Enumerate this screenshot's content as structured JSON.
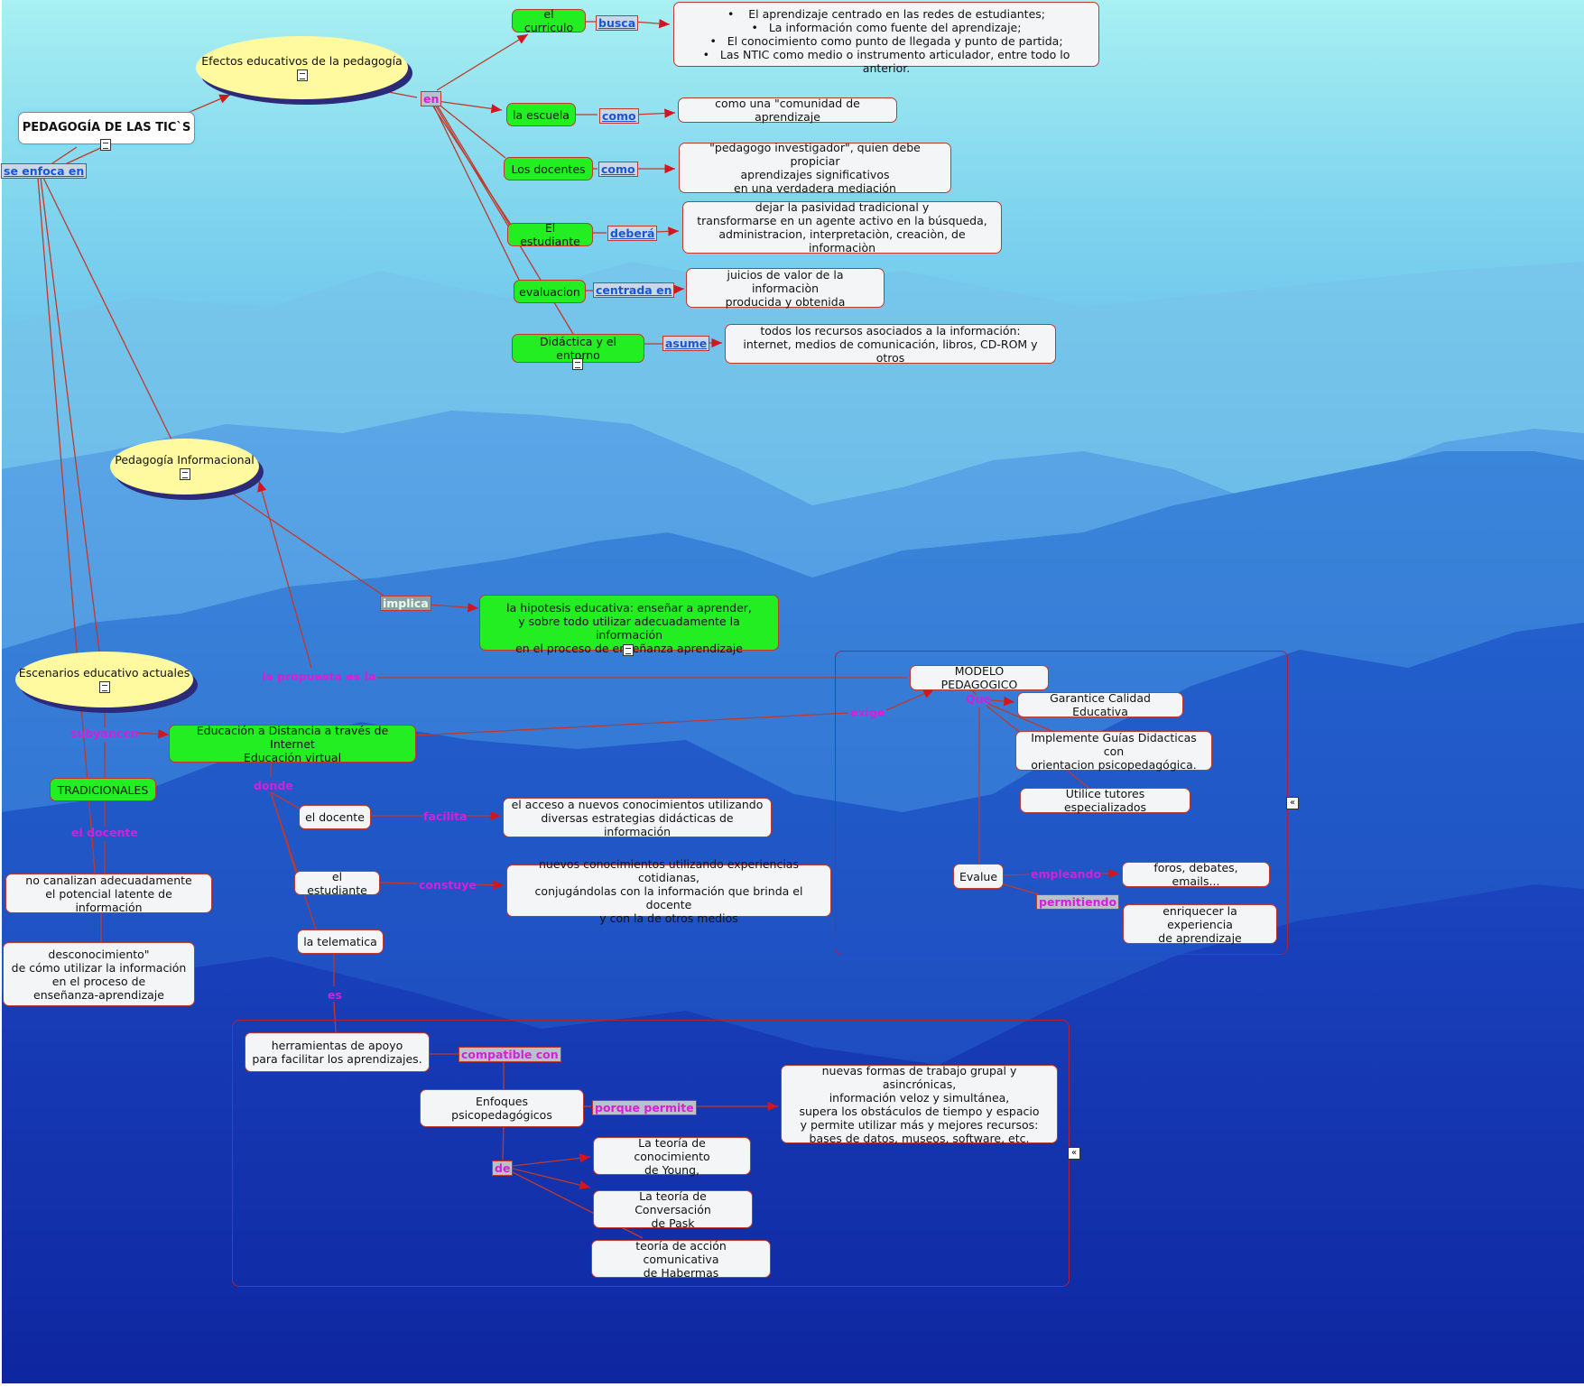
{
  "root": {
    "title": "PEDAGOGÍA DE LAS TIC`S"
  },
  "ellipses": {
    "efectos": "Efectos educativos de la pedagogía",
    "informacional": "Pedagogía Informacional",
    "escenarios": "Escenarios educativo actuales"
  },
  "green_nodes": {
    "curriculo": "el curriculo",
    "escuela": "la escuela",
    "docentes": "Los docentes",
    "estudiante": "El estudiante",
    "evaluacion": "evaluacion",
    "didactica": "Didáctica y el entorno",
    "hipotesis": "la hipotesis educativa: enseñar a aprender,\ny sobre todo utilizar adecuadamente la información\nen el proceso de enseñanza aprendizaje",
    "educacion_distancia": "Educación a Distancia a través de Internet\nEducación virtual",
    "tradicionales": "TRADICIONALES"
  },
  "white_nodes": {
    "curriculo_busca": [
      "El aprendizaje centrado en las redes de estudiantes;",
      "La información como fuente del aprendizaje;",
      "El conocimiento como punto de llegada y punto de partida;",
      "Las NTIC como medio o instrumento articulador, entre todo lo anterior."
    ],
    "comunidad": "como una \"comunidad de aprendizaje",
    "pedagogo": "\"pedagogo investigador\", quien debe propiciar\naprendizajes significativos\nen una verdadera mediación",
    "pasividad": "dejar la pasividad tradicional y\ntransformarse en un agente activo en la búsqueda,\nadministracion, interpretaciòn, creaciòn, de informaciòn",
    "juicios": "juicios de valor de la informaciòn\nproducida y obtenida",
    "recursos": "todos los recursos asociados a la información:\ninternet, medios de comunicación, libros, CD-ROM y otros",
    "modelo": "MODELO PEDAGOGICO",
    "garantice": "Garantice Calidad Educativa",
    "implemente": "Implemente Guías Didacticas con\norientacion psicopedagógica.",
    "utilice": "Utilice tutores especializados",
    "evalue": "Evalue",
    "foros": "foros, debates, emails...",
    "enriquecer": "enriquecer la experiencia\nde aprendizaje",
    "el_docente": "el docente",
    "acceso": "el acceso a nuevos conocimientos utilizando\ndiversas estrategias didácticas de información",
    "el_estudiante": "el estudiante",
    "nuevos": "nuevos conocimientos utilizando experiencias cotidianas,\nconjugándolas con la información que brinda el docente\ny con la de otros medios",
    "telematica": "la telematica",
    "no_canalizan": "no canalizan adecuadamente\nel potencial latente de información",
    "desconocimiento": "desconocimiento\"\nde cómo utilizar la información\nen el proceso de\nenseñanza-aprendizaje",
    "herramientas": "herramientas de apoyo\npara facilitar los aprendizajes.",
    "enfoques": "Enfoques psicopedagógicos",
    "nuevas_formas": "nuevas formas de trabajo grupal y asincrónicas,\ninformación veloz y simultánea,\nsupera los obstáculos de tiempo y espacio\ny permite utilizar más y mejores recursos:\nbases de datos, museos, software,  etc.",
    "young": "La teoría de conocimiento\nde Young,",
    "pask": "La teoría de Conversación\nde Pask",
    "habermas": "teoría de acción comunicativa\nde Habermas"
  },
  "link_labels": {
    "se_enfoca_en": "se enfoca en",
    "en": "en",
    "busca": "busca",
    "como1": "como",
    "como2": "como",
    "debera": "deberá",
    "centrada_en": "centrada en",
    "asume": "asume",
    "implica": "implica",
    "la_propuesta": "la propuesta es la",
    "exige": "exige",
    "que": "Que",
    "subyancen": "subyancen",
    "donde": "donde",
    "el_docente_lbl": "el docente",
    "facilita": "facilita",
    "constuye": "constuye",
    "empleando": "empleando",
    "permitiendo": "permitiendo",
    "es": "es",
    "compatible_con": "compatible con",
    "porque_permite": "porque permite",
    "de": "de"
  },
  "colors": {
    "link_line": "#c0392b",
    "green_node": "#22ee22",
    "ellipse_fill": "#fff9a0",
    "label_blue": "#1a55d8",
    "label_magenta": "#d81ed8",
    "sky_top": "#9feaf2",
    "deep_blue": "#1030b0"
  },
  "icons": [
    "doc-icon",
    "collapse-icon"
  ]
}
